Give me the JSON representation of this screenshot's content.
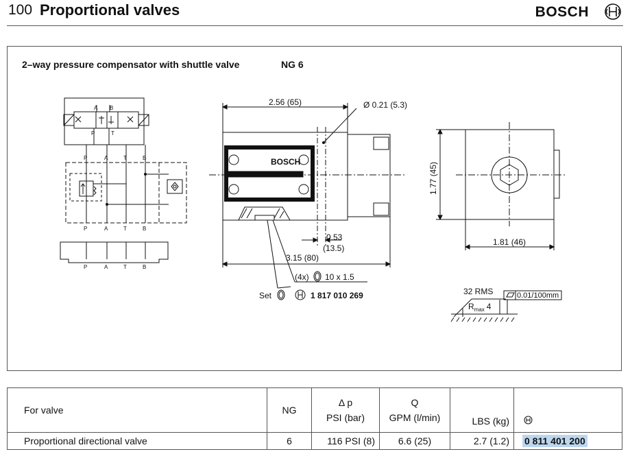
{
  "header": {
    "page_number": "100",
    "title": "Proportional valves",
    "brand": "BOSCH"
  },
  "figure": {
    "title": "2–way pressure compensator with shuttle valve",
    "ng": "NG 6",
    "schematic": {
      "ports_top": [
        "P",
        "A",
        "T",
        "B"
      ],
      "ports_bottom": [
        "P",
        "A",
        "T",
        "B"
      ],
      "ports_base": [
        "P",
        "A",
        "T",
        "B"
      ],
      "valve_ports_upper": [
        "A",
        "B"
      ],
      "valve_ports_lower": [
        "P",
        "T"
      ]
    },
    "dimensions": {
      "width_top": "2.56 (65)",
      "hole_diameter": "Ø 0.21 (5.3)",
      "body_logo": "BOSCH",
      "offset_a": "0.53",
      "offset_b": "(13.5)",
      "total_length": "3.15 (80)",
      "seal_count": "(4x)",
      "seal_size": "10 x 1.5",
      "set_label": "Set",
      "part_number": "1 817 010 269",
      "height": "1.77 (45)",
      "side_width": "1.81 (46)"
    },
    "surface": {
      "rms": "32 RMS",
      "rmax": "R",
      "rmax_sub": "max",
      "rmax_value": "4",
      "flatness": "0.01/100mm"
    }
  },
  "table": {
    "headers": {
      "for_valve": "For valve",
      "ng": "NG",
      "dp_symbol": "Δ p",
      "dp_unit": "PSI (bar)",
      "q_symbol": "Q",
      "q_unit": "GPM (l/min)",
      "weight": "LBS (kg)"
    },
    "rows": [
      {
        "valve": "Proportional directional valve",
        "ng": "6",
        "dp": "116 PSI (8)",
        "q": "6.6 (25)",
        "weight": "2.7 (1.2)",
        "order_no": "0 811 401 200"
      }
    ]
  }
}
